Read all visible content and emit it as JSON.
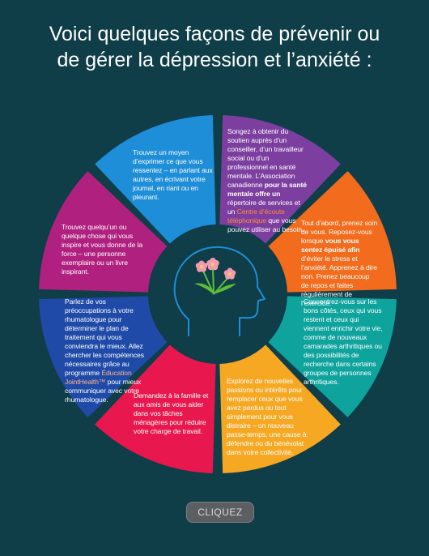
{
  "title": {
    "line1": "Voici quelques façons de prévenir ou",
    "line2": "de gérer la dépression et l’anxiété :"
  },
  "colors": {
    "background": "#0f3d48",
    "purple": "#7c3fa0",
    "orange": "#f36b1c",
    "teal": "#0fa39e",
    "yellow": "#f7a823",
    "red": "#e8184f",
    "navy": "#1f4aa8",
    "magenta": "#b0207f",
    "blue": "#1e8ed8",
    "center": "#0f3d48"
  },
  "segments": {
    "blue": {
      "text": "Trouvez un moyen d’exprimer ce que vous ressentez – en parlant aux autres, en écrivant votre journal, en riant ou en pleurant."
    },
    "purple": {
      "part1": "Songez à obtenir du soutien auprès d’un conseiller, d’un travailleur social ou d’un professionnel en santé mentale. L’Association canadienne ",
      "bold": "pour la santé mentale offre un",
      "part2": " répertoire de services et un ",
      "link": "Centre d’écoute téléphonique",
      "part3": " que vous pouvez utiliser au besoin."
    },
    "orange": {
      "part1": "Tout d’abord, prenez soin de vous. Reposez-vous lorsque ",
      "bold": "vous vous sentez épuisé afin",
      "part2": " d’éviter le stress et l’anxiété. Apprenez à dire non. Prenez beaucoup de repos et faites régulièrement de l’exercice."
    },
    "teal": {
      "text": "Concentrez-vous sur les bons côtés, ceux qui vous restent et ceux qui viennent enrichir votre vie, comme de nouveaux camarades arthritiques ou des possibilités de recherche dans certains groupes de personnes arthritiques."
    },
    "yellow": {
      "text": "Explorez de nouvelles passions ou intérêts pour remplacer ceux que vous avez perdus ou tout simplement pour vous distraire – un nouveau passe-temps, une cause à défendre ou du bénévolat dans votre collectivité."
    },
    "red": {
      "text": "Demandez à la famille et aux amis de vous aider dans vos tâches ménagères pour réduire votre charge de travail."
    },
    "navy": {
      "part1": "Parlez de vos préoccupations à votre rhumatologue pour déterminer le plan de traitement qui vous conviendra le mieux. Allez chercher les compétences nécessaires grâce au programme ",
      "link": "Éducation JointHealth™",
      "part2": " pour mieux communiquer avec votre rhumatologue."
    },
    "magenta": {
      "text": "Trouvez quelqu’un ou quelque chose qui vous inspire et vous donne de la force – une personne exemplaire ou un livre inspirant."
    }
  },
  "button": {
    "label": "CLIQUEZ"
  }
}
